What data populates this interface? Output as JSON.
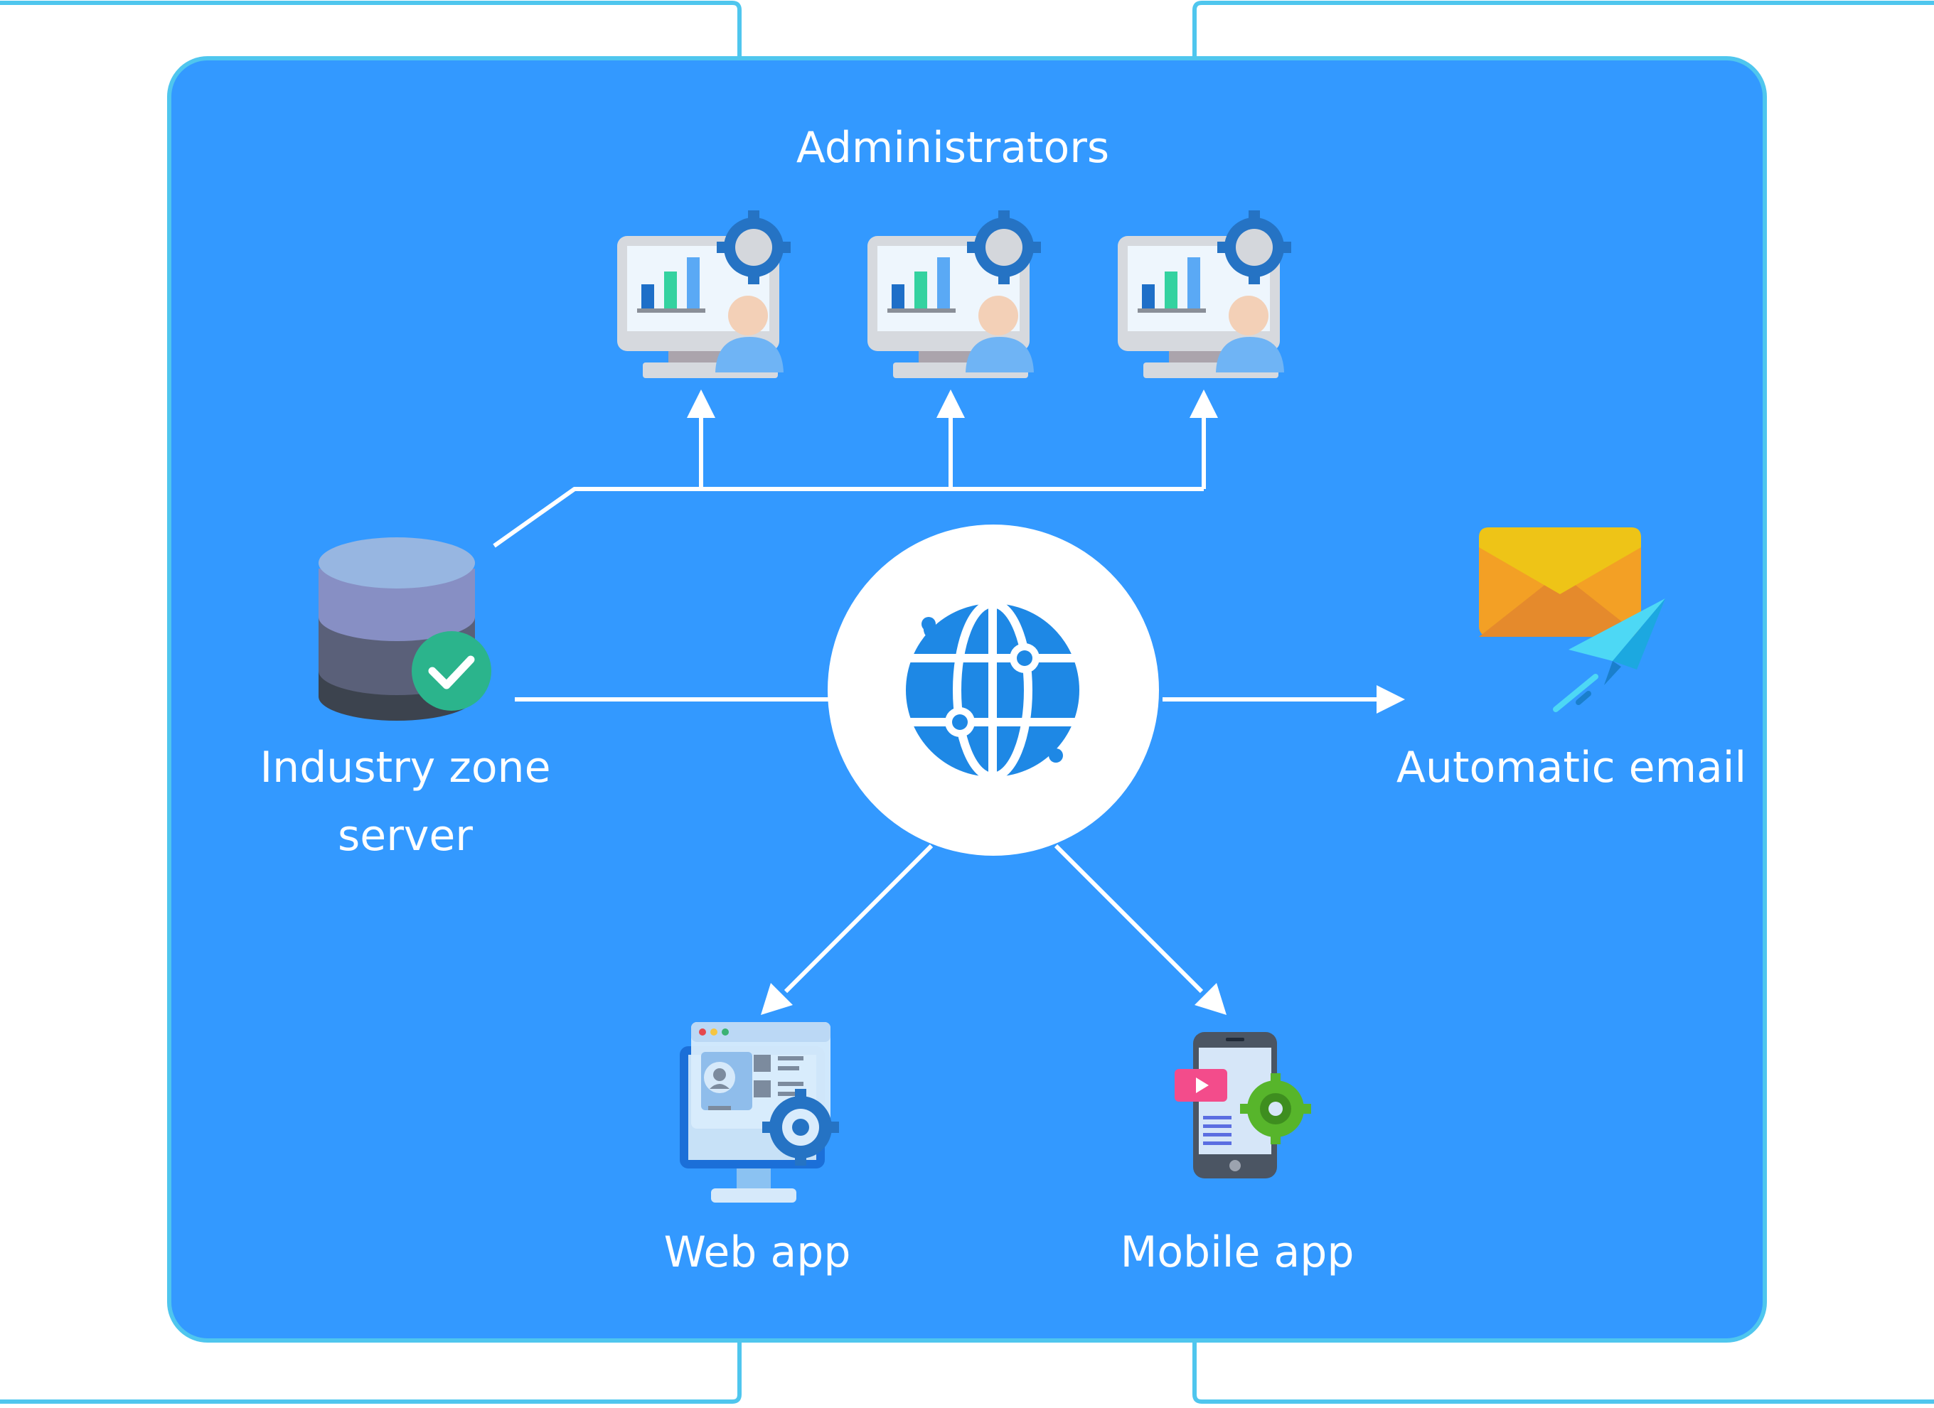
{
  "diagram": {
    "nodes": {
      "administrators": {
        "label": "Administrators",
        "count": 3,
        "icon": "admin-computer-icon"
      },
      "server": {
        "label_line1": "Industry zone",
        "label_line2": "server",
        "icon": "database-server-icon"
      },
      "hub": {
        "label": "",
        "icon": "globe-network-icon"
      },
      "email": {
        "label": "Automatic email",
        "icon": "email-envelope-icon"
      },
      "web_app": {
        "label": "Web app",
        "icon": "web-app-icon"
      },
      "mobile_app": {
        "label": "Mobile app",
        "icon": "mobile-app-icon"
      }
    },
    "edges": [
      {
        "from": "server",
        "to": "administrators"
      },
      {
        "from": "server",
        "to": "hub"
      },
      {
        "from": "hub",
        "to": "email"
      },
      {
        "from": "hub",
        "to": "web_app"
      },
      {
        "from": "hub",
        "to": "mobile_app"
      }
    ]
  },
  "colors": {
    "panel_fill": "#3399FF",
    "panel_border": "#4FC6EE",
    "connector_line": "#4FC6EE",
    "arrow": "#FFFFFF",
    "globe": "#1E88E5",
    "check_badge": "#2BB48C",
    "envelope": "#F5A623",
    "paper_plane": "#4DD8F5"
  }
}
